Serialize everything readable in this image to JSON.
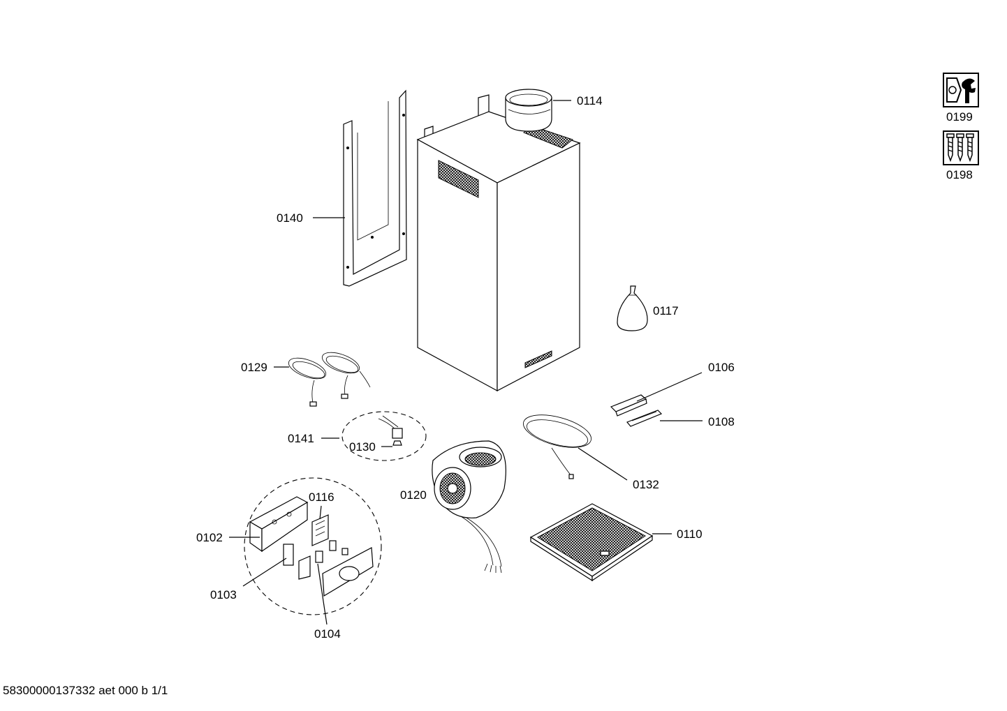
{
  "diagram": {
    "parts": {
      "p0114": "0114",
      "p0140": "0140",
      "p0117": "0117",
      "p0129": "0129",
      "p0106": "0106",
      "p0108": "0108",
      "p0141": "0141",
      "p0130": "0130",
      "p0132": "0132",
      "p0120": "0120",
      "p0116": "0116",
      "p0102": "0102",
      "p0110": "0110",
      "p0103": "0103",
      "p0104": "0104"
    },
    "icons": {
      "tool": {
        "label": "0199",
        "icon": "tool-icon"
      },
      "screw": {
        "label": "0198",
        "icon": "screw-icon"
      }
    }
  },
  "footer": {
    "doc_id": "58300000137332 aet 000 b 1/1"
  }
}
